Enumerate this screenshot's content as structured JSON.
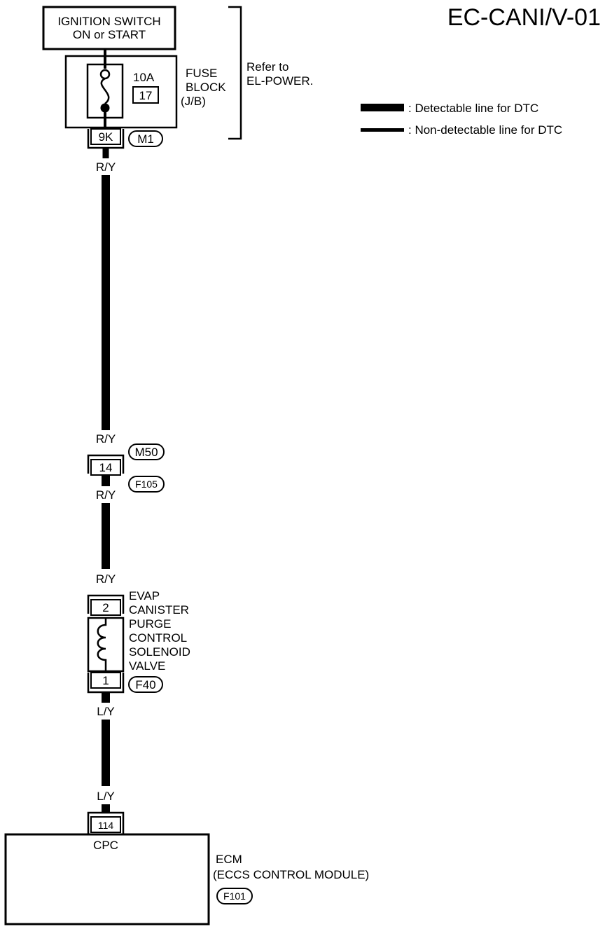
{
  "title": "EC-CANI/V-01",
  "legend": {
    "detectable": ": Detectable line for DTC",
    "non_detectable": ": Non-detectable line for DTC"
  },
  "ignition_switch": {
    "line1": "IGNITION SWITCH",
    "line2": "ON or START"
  },
  "fuse": {
    "rating": "10A",
    "number": "17",
    "block_line1": "FUSE",
    "block_line2": "BLOCK",
    "block_line3": "(J/B)",
    "terminal": "9K",
    "connector": "M1"
  },
  "refer": {
    "line1": "Refer to",
    "line2": "EL-POWER."
  },
  "wires": {
    "w1": "R/Y",
    "w2": "R/Y",
    "w3": "R/Y",
    "w4": "R/Y",
    "w5": "L/Y",
    "w6": "L/Y"
  },
  "joint_connector": {
    "terminal": "14",
    "upper": "M50",
    "lower": "F105"
  },
  "valve": {
    "terminal_top": "2",
    "terminal_bottom": "1",
    "connector": "F40",
    "name_lines": [
      "EVAP",
      "CANISTER",
      "PURGE",
      "CONTROL",
      "SOLENOID",
      "VALVE"
    ]
  },
  "ecm": {
    "terminal": "114",
    "pin_label": "CPC",
    "line1": "ECM",
    "line2": "(ECCS CONTROL MODULE)",
    "connector": "F101"
  }
}
